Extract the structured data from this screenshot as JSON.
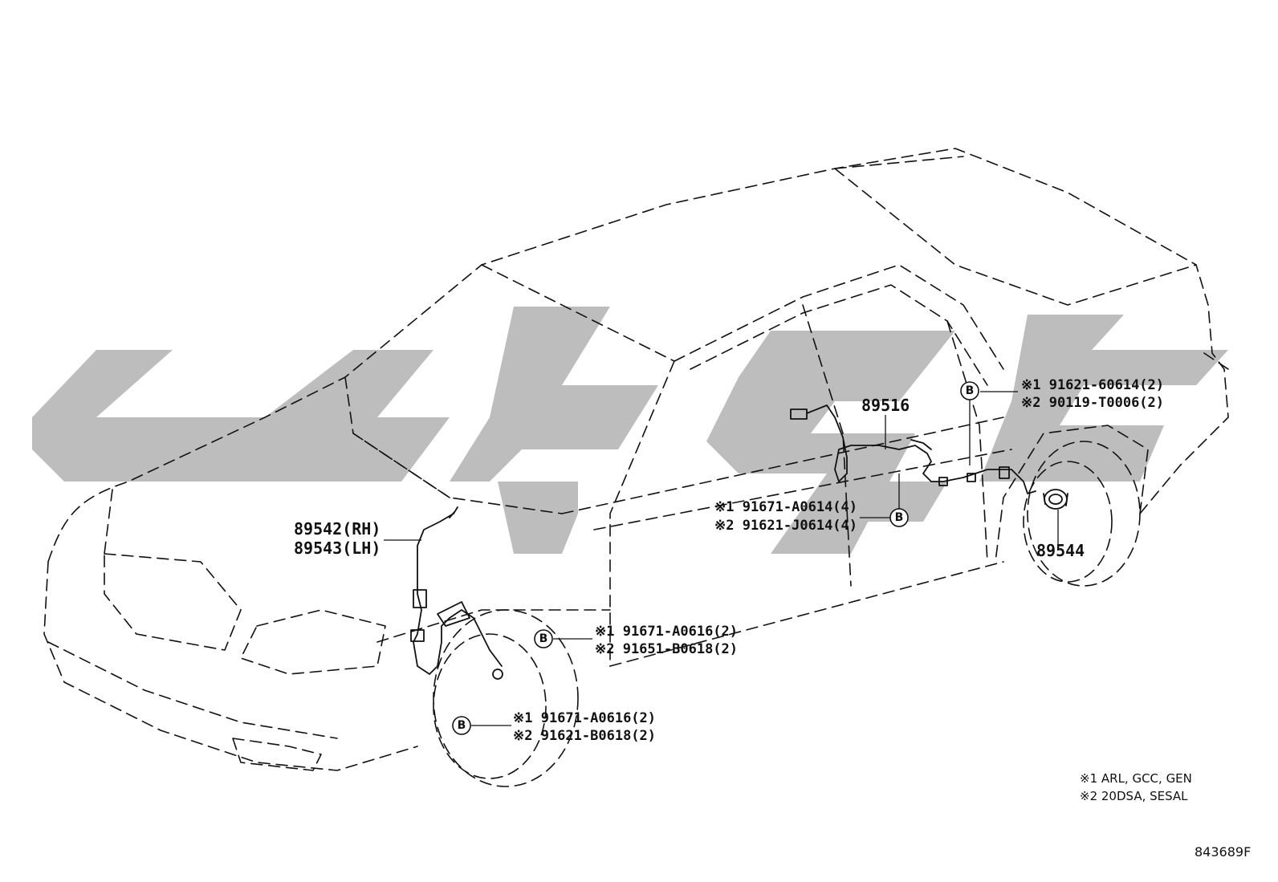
{
  "diagram": {
    "parts": {
      "front_sensor_rh": "89542(RH)",
      "front_sensor_lh": "89543(LH)",
      "rear_sensor": "89516",
      "rotor": "89544"
    },
    "callouts": {
      "rear_upper": {
        "bolt": "B",
        "line1": "※1 91621-60614(2)",
        "line2": "※2 90119-T0006(2)"
      },
      "rear_lower": {
        "bolt": "B",
        "line1": "※1 91671-A0614(4)",
        "line2": "※2 91621-J0614(4)"
      },
      "front_upper": {
        "bolt": "B",
        "line1": "※1 91671-A0616(2)",
        "line2": "※2 91651-B0618(2)"
      },
      "front_lower": {
        "bolt": "B",
        "line1": "※1 91671-A0616(2)",
        "line2": "※2 91621-B0618(2)"
      }
    },
    "legend": {
      "note1": "※1  ARL, GCC, GEN",
      "note2": "※2  20DSA, SESAL"
    },
    "figure_id": "843689F",
    "colors": {
      "ink": "#111111",
      "watermark": "#bdbdbd"
    }
  }
}
